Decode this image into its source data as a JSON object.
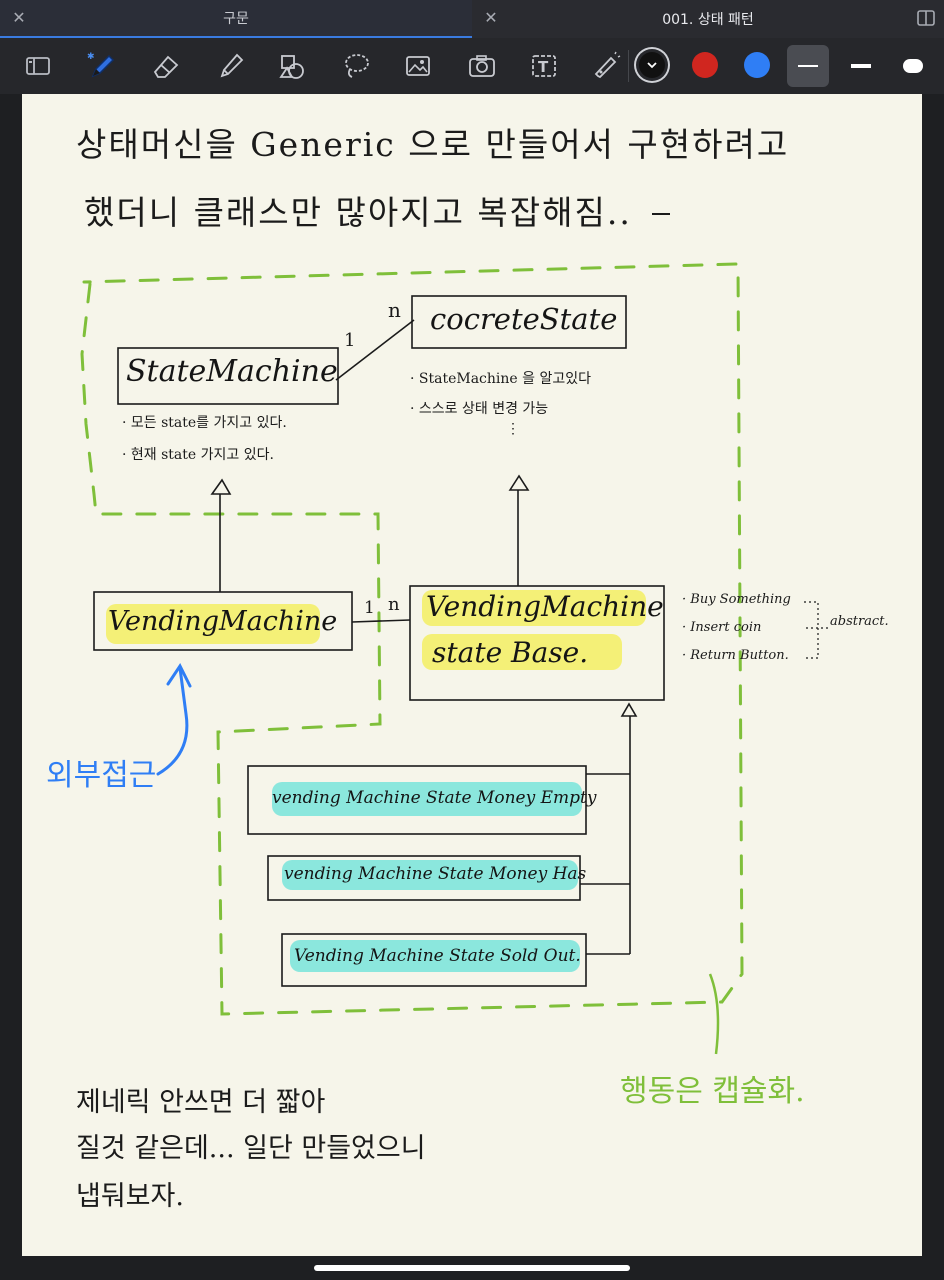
{
  "tabs": [
    {
      "label": "구문"
    },
    {
      "label": "001. 상태 패턴"
    }
  ],
  "toolbar": {
    "tools": [
      "sidebar-toggle",
      "pen",
      "eraser",
      "highlighter",
      "shapes",
      "lasso",
      "image",
      "camera",
      "text",
      "laser"
    ],
    "colors": [
      "#111111",
      "#d0261f",
      "#2f7ef5"
    ],
    "selected_color": "#111111",
    "selected_stroke": "thin"
  },
  "note": {
    "title_line1": "상태머신을  Generic 으로  만들어서  구현하려고",
    "title_line2": "했더니  클래스만   많아지고  복잡해짐..",
    "state_machine": {
      "label": "StateMachine",
      "notes": [
        "· 모든 state를 가지고 있다.",
        "· 현재 state 가지고 있다."
      ]
    },
    "concrete_state": {
      "label": "cocreteState",
      "notes": [
        "· StateMachine 을 알고있다",
        "· 스스로 상태 변경 가능",
        "⋮"
      ]
    },
    "assoc_top": {
      "left": "1",
      "right": "n"
    },
    "vending_machine": {
      "label": "VendingMachine"
    },
    "assoc_mid": {
      "left": "1",
      "right": "n"
    },
    "state_base": {
      "line1": "VendingMachine",
      "line2": "state Base."
    },
    "methods": [
      "· Buy Something",
      "· Insert coin",
      "· Return Button."
    ],
    "abstract_label": "abstract.",
    "external_access": "외부접근",
    "subclasses": [
      "vending Machine State Money Empty",
      "vending Machine State Money Has",
      "Vending Machine State Sold Out."
    ],
    "encapsulation": "행동은 캡슐화.",
    "footer": [
      "제네릭  안쓰면  더  짧아",
      "질것  같은데...  일단  만들었으니",
      "냅둬보자."
    ],
    "colors": {
      "ink": "#1b1b1b",
      "green": "#7fbf3a",
      "blue": "#2f7ef5",
      "yellow": "#f4f06a",
      "cyan": "#7fe6dc",
      "paper": "#f6f5ea"
    }
  }
}
